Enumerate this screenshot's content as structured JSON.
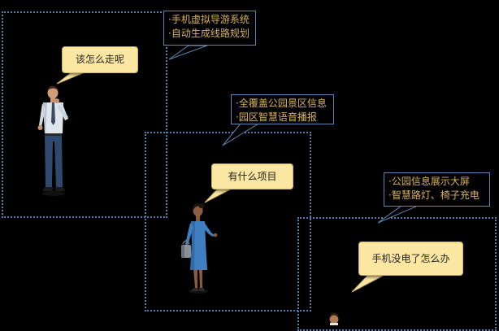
{
  "callouts": [
    {
      "lines": [
        "·手机虚拟导游系统",
        "·自动生成线路规划"
      ]
    },
    {
      "lines": [
        "·全覆盖公园景区信息",
        "·园区智慧语音播报"
      ]
    },
    {
      "lines": [
        "·公园信息展示大屏",
        "·智慧路灯、椅子充电"
      ]
    }
  ],
  "speech": [
    {
      "text": "该怎么走呢"
    },
    {
      "text": "有什么项目"
    },
    {
      "text": "手机没电了怎么办"
    }
  ],
  "colors": {
    "background": "#000000",
    "zone_border": "#4f7fb0",
    "callout_text": "#d7b361",
    "callout_border": "#5c86b3",
    "speech_fill": "#fbe7a1"
  }
}
